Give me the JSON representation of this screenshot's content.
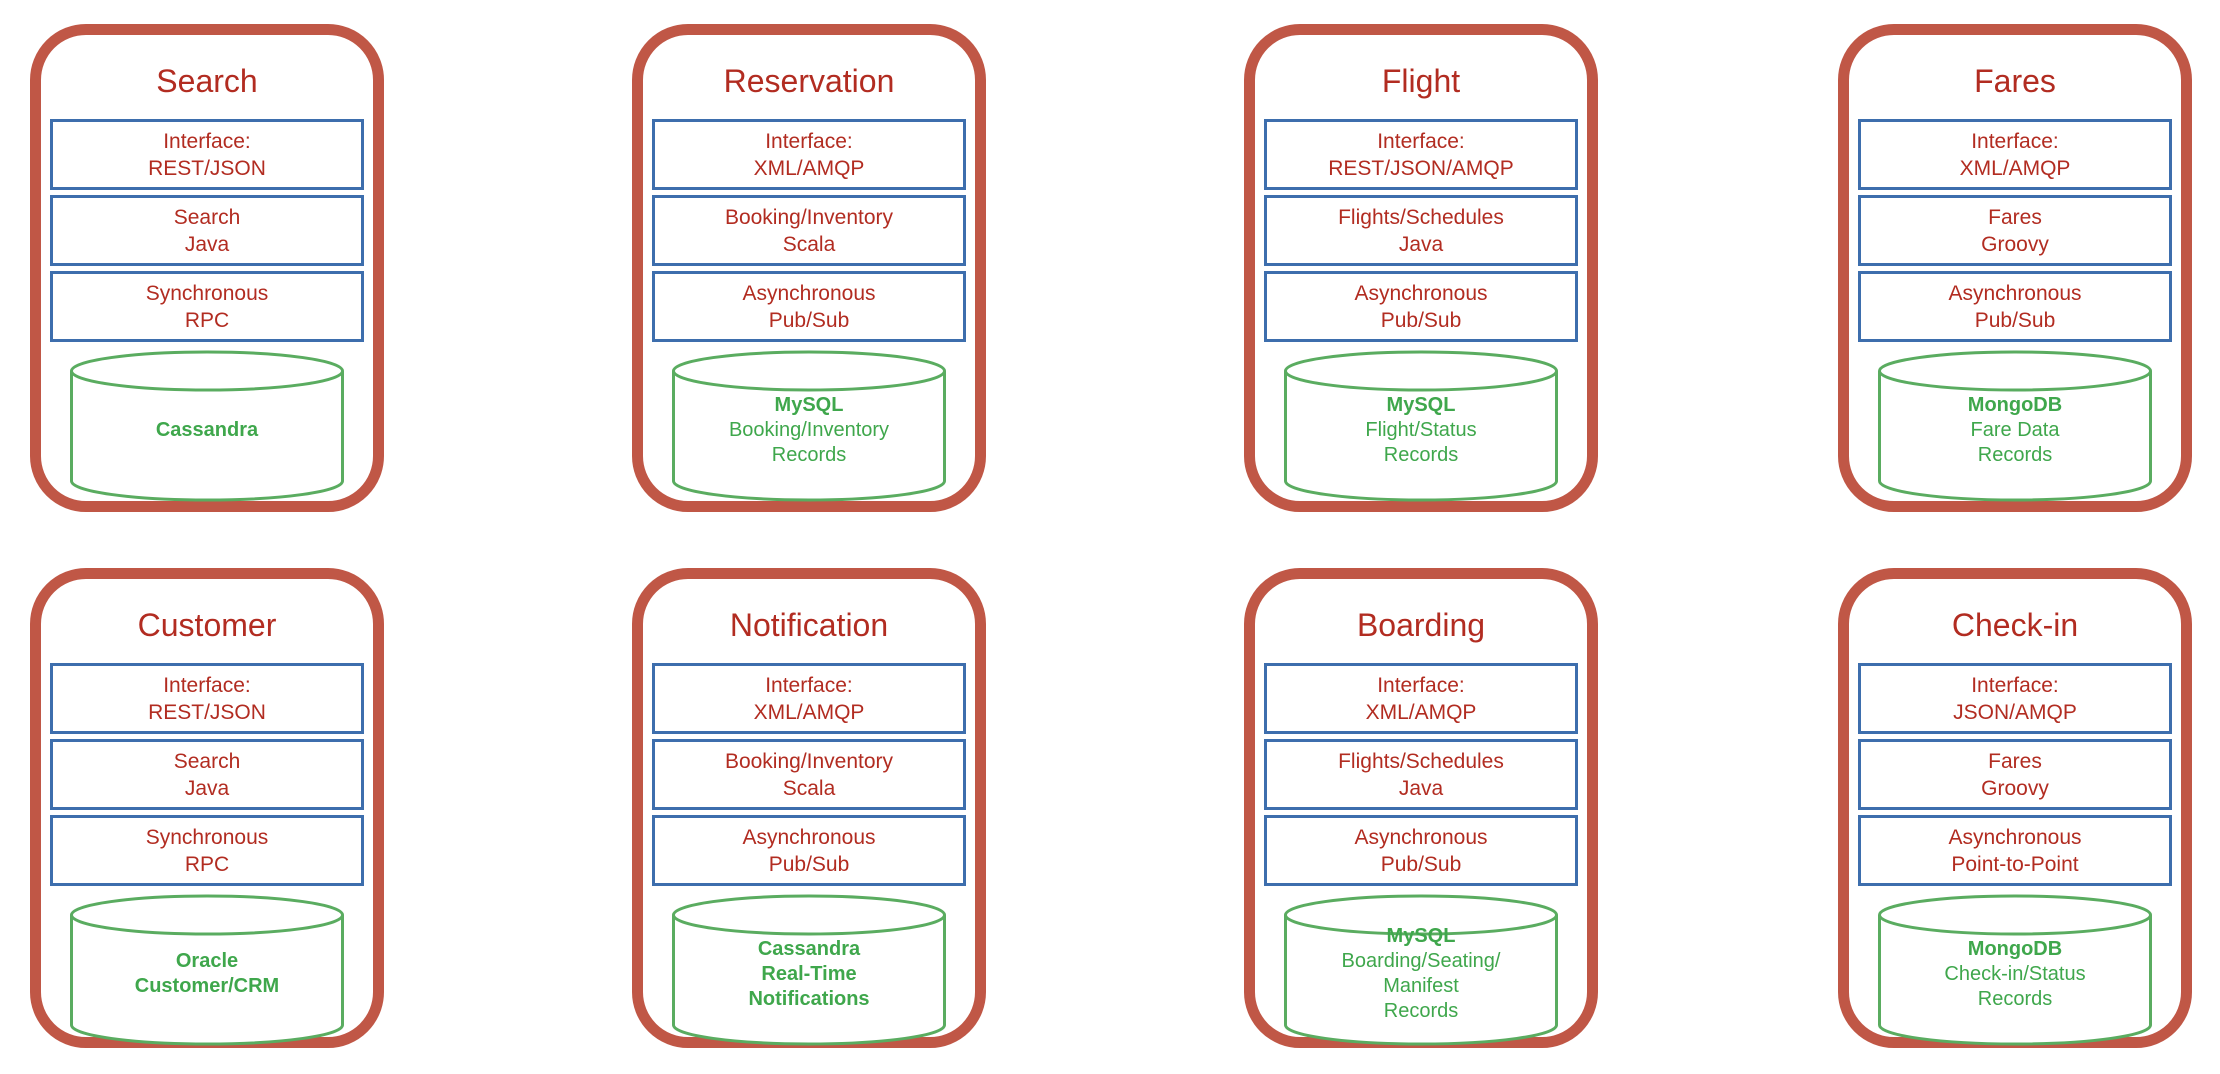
{
  "colors": {
    "card_border": "#C05746",
    "service_text_red": "#B22C21",
    "property_box_border_blue": "#3D6EAD",
    "database_green_text": "#3FA74C",
    "database_green_outline": "#5AAC60",
    "background": "#FFFFFF"
  },
  "cards": [
    {
      "title": "Search",
      "boxes": [
        "Interface:\nREST/JSON",
        "Search\nJava",
        "Synchronous\nRPC"
      ],
      "db": {
        "name": "Cassandra",
        "detail": ""
      }
    },
    {
      "title": "Reservation",
      "boxes": [
        "Interface:\nXML/AMQP",
        "Booking/Inventory\nScala",
        "Asynchronous\nPub/Sub"
      ],
      "db": {
        "name": "MySQL",
        "detail": "Booking/Inventory\nRecords"
      }
    },
    {
      "title": "Flight",
      "boxes": [
        "Interface:\nREST/JSON/AMQP",
        "Flights/Schedules\nJava",
        "Asynchronous\nPub/Sub"
      ],
      "db": {
        "name": "MySQL",
        "detail": "Flight/Status\nRecords"
      }
    },
    {
      "title": "Fares",
      "boxes": [
        "Interface:\nXML/AMQP",
        "Fares\nGroovy",
        "Asynchronous\nPub/Sub"
      ],
      "db": {
        "name": "MongoDB",
        "detail": "Fare Data\nRecords"
      }
    },
    {
      "title": "Customer",
      "boxes": [
        "Interface:\nREST/JSON",
        "Search\nJava",
        "Synchronous\nRPC"
      ],
      "db": {
        "name": "Oracle",
        "detail": "Customer/CRM"
      }
    },
    {
      "title": "Notification",
      "boxes": [
        "Interface:\nXML/AMQP",
        "Booking/Inventory\nScala",
        "Asynchronous\nPub/Sub"
      ],
      "db": {
        "name": "Cassandra",
        "detail": "Real-Time\nNotifications"
      }
    },
    {
      "title": "Boarding",
      "boxes": [
        "Interface:\nXML/AMQP",
        "Flights/Schedules\nJava",
        "Asynchronous\nPub/Sub"
      ],
      "db": {
        "name": "MySQL",
        "detail": "Boarding/Seating/\nManifest\nRecords"
      }
    },
    {
      "title": "Check-in",
      "boxes": [
        "Interface:\nJSON/AMQP",
        "Fares\nGroovy",
        "Asynchronous\nPoint-to-Point"
      ],
      "db": {
        "name": "MongoDB",
        "detail": "Check-in/Status\nRecords"
      }
    }
  ]
}
